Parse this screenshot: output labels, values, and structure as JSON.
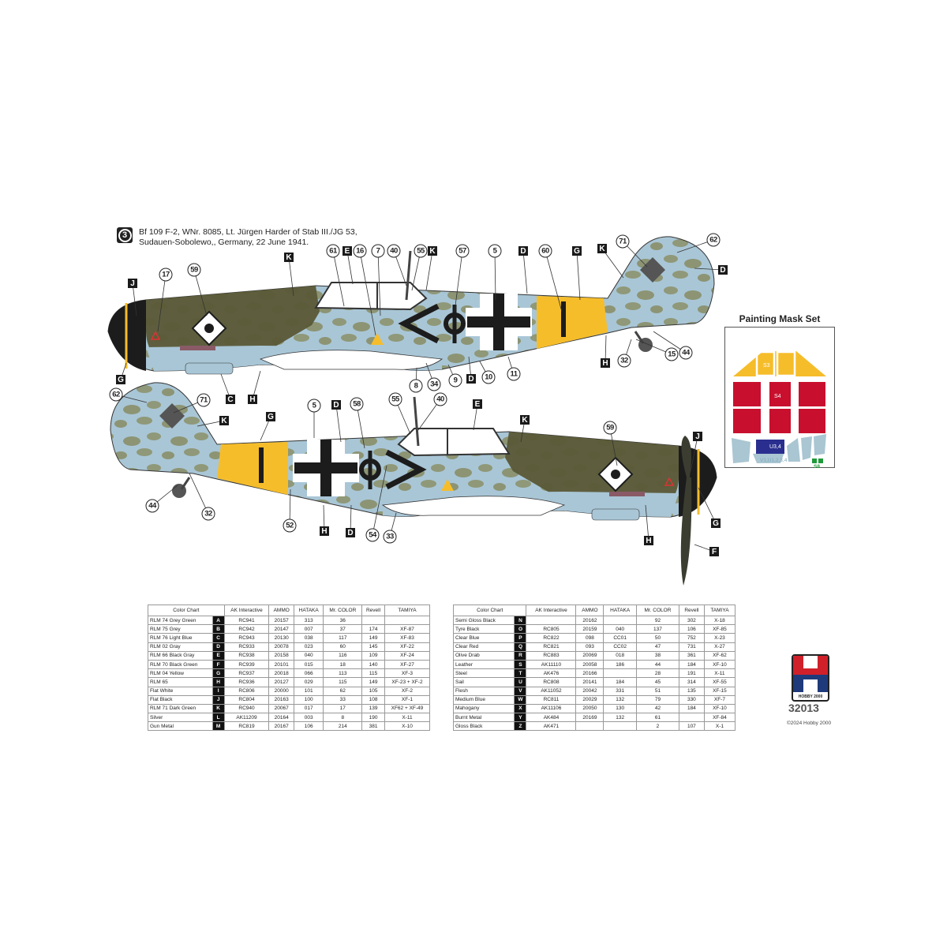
{
  "header": {
    "profile_number": "3",
    "line1": "Bf 109 F-2, WNr. 8085, Lt. Jürgen Harder of Stab III./JG 53,",
    "line2": "Sudauen-Sobolewo,, Germany, 22 June 1941."
  },
  "colors": {
    "light_blue": "#a9c6d6",
    "camo_green": "#5a5837",
    "yellow": "#f6bd2b",
    "black": "#1c1c1c"
  },
  "callouts_top": [
    "17",
    "59",
    "61",
    "16",
    "7",
    "40",
    "55",
    "57",
    "5",
    "60",
    "71",
    "62",
    "8",
    "34",
    "9",
    "10",
    "11",
    "32",
    "15",
    "44",
    "J",
    "G",
    "K",
    "E",
    "K",
    "D",
    "G",
    "K",
    "D",
    "C",
    "H",
    "D",
    "H"
  ],
  "callouts_bottom": [
    "62",
    "71",
    "K",
    "G",
    "5",
    "D",
    "58",
    "55",
    "40",
    "E",
    "K",
    "59",
    "J",
    "44",
    "32",
    "52",
    "H",
    "D",
    "54",
    "33",
    "G",
    "H",
    "F"
  ],
  "mask_set": {
    "title": "Painting Mask Set",
    "labels": {
      "s3": "S3",
      "s4": "S4",
      "u34": "U3,4",
      "v": "V1,U1,2,3,4",
      "s8": "S8"
    }
  },
  "tables": [
    {
      "headers": [
        "Color Chart",
        "AK Interactive",
        "AMMO",
        "HATAKA",
        "Mr. COLOR",
        "Revell",
        "TAMIYA"
      ],
      "rows": [
        [
          "RLM 74 Grey Green",
          "A",
          "RC941",
          "20157",
          "313",
          "36",
          "",
          ""
        ],
        [
          "RLM 75 Grey",
          "B",
          "RC942",
          "20147",
          "007",
          "37",
          "174",
          "XF-87"
        ],
        [
          "RLM 76 Light Blue",
          "C",
          "RC943",
          "20130",
          "038",
          "117",
          "149",
          "XF-83"
        ],
        [
          "RLM 02 Gray",
          "D",
          "RC933",
          "20078",
          "023",
          "60",
          "145",
          "XF-22"
        ],
        [
          "RLM 66 Black Gray",
          "E",
          "RC938",
          "20158",
          "040",
          "116",
          "109",
          "XF-24"
        ],
        [
          "RLM 70 Black Green",
          "F",
          "RC939",
          "20101",
          "015",
          "18",
          "140",
          "XF-27"
        ],
        [
          "RLM 04 Yellow",
          "G",
          "RC937",
          "20018",
          "066",
          "113",
          "115",
          "XF-3"
        ],
        [
          "RLM 65",
          "H",
          "RC936",
          "20127",
          "029",
          "115",
          "149",
          "XF-23 + XF-2"
        ],
        [
          "Flat White",
          "I",
          "RC806",
          "20000",
          "101",
          "62",
          "105",
          "XF-2"
        ],
        [
          "Flat Black",
          "J",
          "RC804",
          "20163",
          "100",
          "33",
          "108",
          "XF-1"
        ],
        [
          "RLM 71 Dark Green",
          "K",
          "RC940",
          "20067",
          "017",
          "17",
          "139",
          "XF62 + XF-49"
        ],
        [
          "Silver",
          "L",
          "AK11209",
          "20164",
          "003",
          "8",
          "190",
          "X-11"
        ],
        [
          "Gun Metal",
          "M",
          "RC819",
          "20167",
          "106",
          "214",
          "381",
          "X-10"
        ]
      ]
    },
    {
      "headers": [
        "Color Chart",
        "AK Interactive",
        "AMMO",
        "HATAKA",
        "Mr. COLOR",
        "Revell",
        "TAMIYA"
      ],
      "rows": [
        [
          "Semi Gloss Black",
          "N",
          "",
          "20162",
          "",
          "92",
          "302",
          "X-18"
        ],
        [
          "Tyre Black",
          "O",
          "RC805",
          "20159",
          "040",
          "137",
          "106",
          "XF-85"
        ],
        [
          "Clear Blue",
          "P",
          "RC822",
          "098",
          "CC01",
          "50",
          "752",
          "X-23"
        ],
        [
          "Clear Red",
          "Q",
          "RC821",
          "093",
          "CC02",
          "47",
          "731",
          "X-27"
        ],
        [
          "Olive Drab",
          "R",
          "RC883",
          "20069",
          "018",
          "38",
          "361",
          "XF-62"
        ],
        [
          "Leather",
          "S",
          "AK11110",
          "20058",
          "186",
          "44",
          "184",
          "XF-10"
        ],
        [
          "Steel",
          "T",
          "AK476",
          "20166",
          "",
          "28",
          "191",
          "X-11"
        ],
        [
          "Sail",
          "U",
          "RC808",
          "20141",
          "184",
          "45",
          "314",
          "XF-55"
        ],
        [
          "Flesh",
          "V",
          "AK11052",
          "20042",
          "331",
          "51",
          "135",
          "XF-15"
        ],
        [
          "Medium Blue",
          "W",
          "RC811",
          "20029",
          "132",
          "79",
          "330",
          "XF-7"
        ],
        [
          "Mahogany",
          "X",
          "AK11106",
          "20050",
          "130",
          "42",
          "184",
          "XF-10"
        ],
        [
          "Burnt Metal",
          "Y",
          "AK484",
          "20169",
          "132",
          "61",
          "",
          "XF-84"
        ],
        [
          "Gloss Black",
          "Z",
          "AK471",
          "",
          "",
          "2",
          "107",
          "X-1"
        ]
      ]
    }
  ],
  "brand": {
    "logo_text": "HOBBY 2000",
    "kit_number": "32013",
    "copyright": "©2024 Hobby 2000"
  }
}
